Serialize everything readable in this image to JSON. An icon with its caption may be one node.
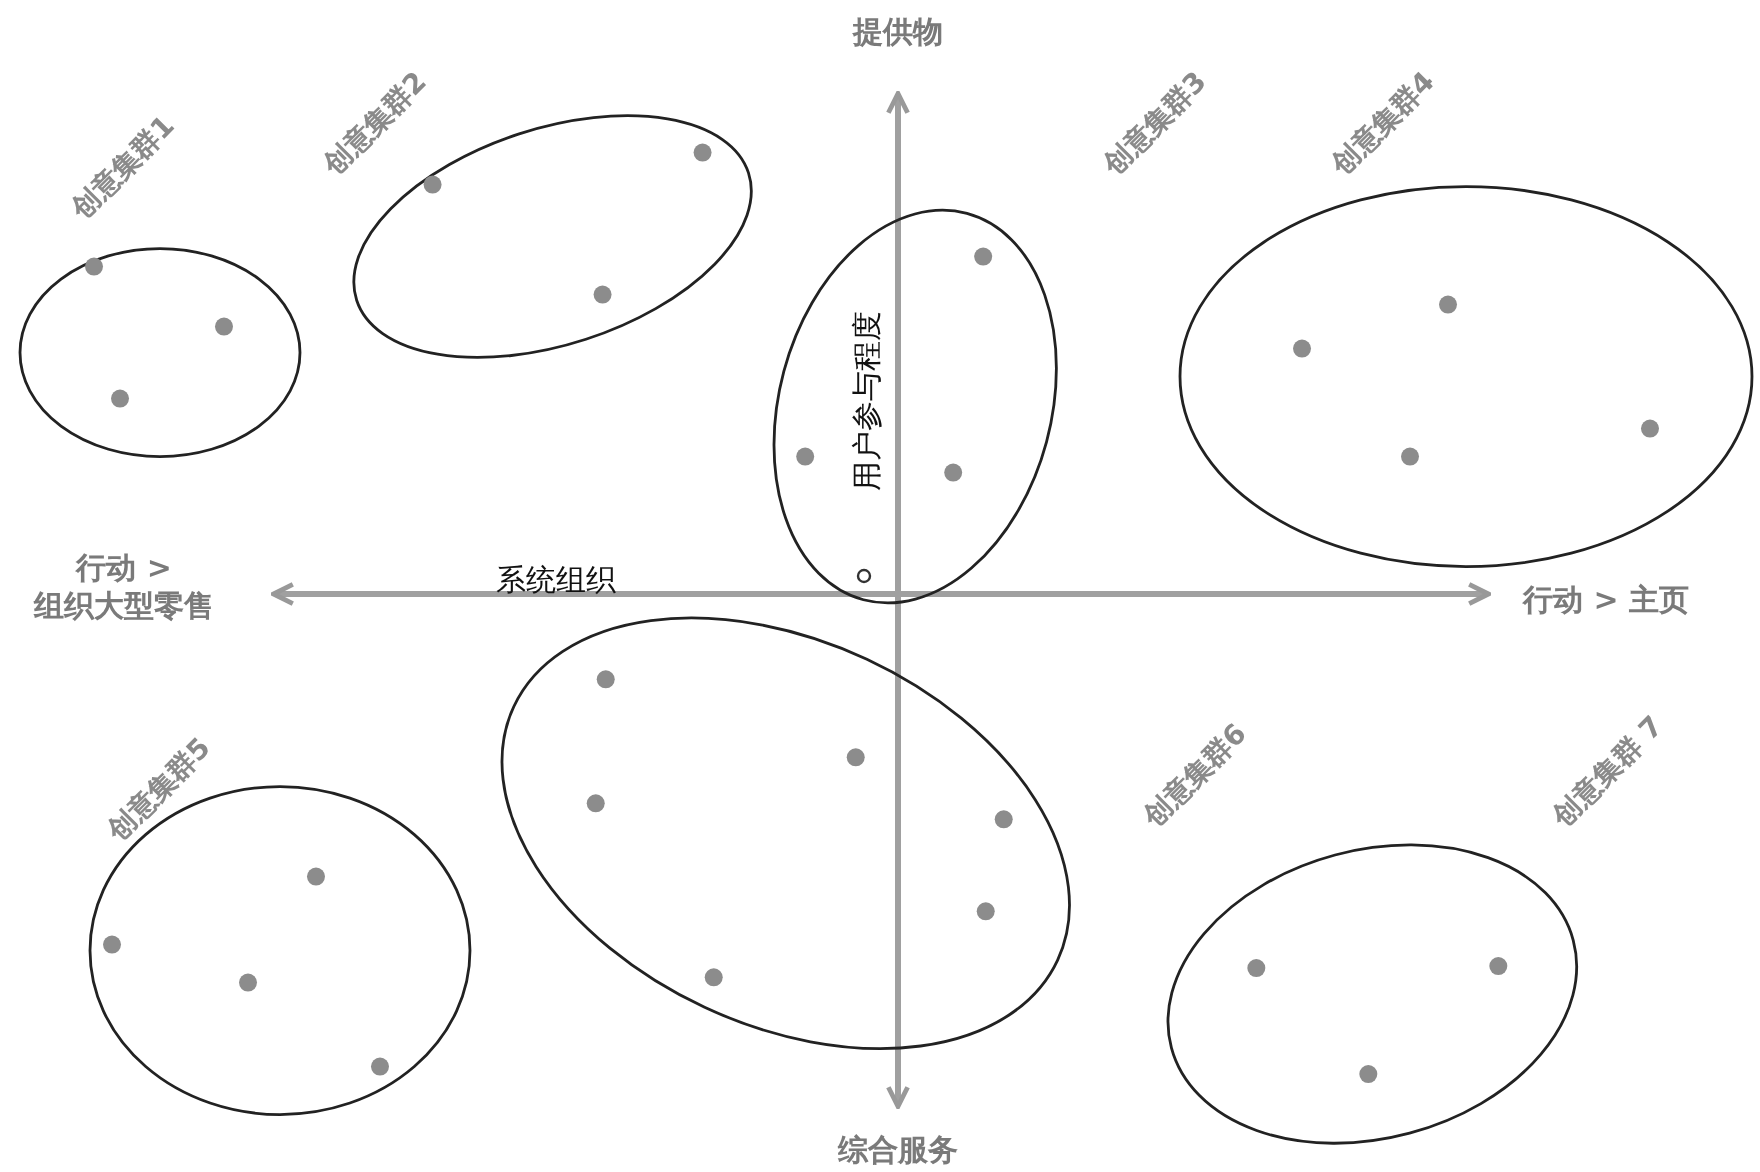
{
  "diagram": {
    "nodes": [
      {
        "text": [
          "创意集群1"
        ]
      },
      {
        "text": [
          "创意集群2"
        ]
      },
      {
        "text": [
          "创意集群3"
        ]
      },
      {
        "text": [
          "创意集群4"
        ]
      },
      {
        "text": [
          "创意集群5"
        ]
      },
      {
        "text": [
          "创意集群6"
        ]
      },
      {
        "text": [
          "创意集群 7"
        ]
      }
    ],
    "labels": [
      "提供物",
      "用户参与程度",
      "行动 > 组织大型零售",
      "系统组织",
      "行动 > 主页",
      "综合服务"
    ]
  }
}
